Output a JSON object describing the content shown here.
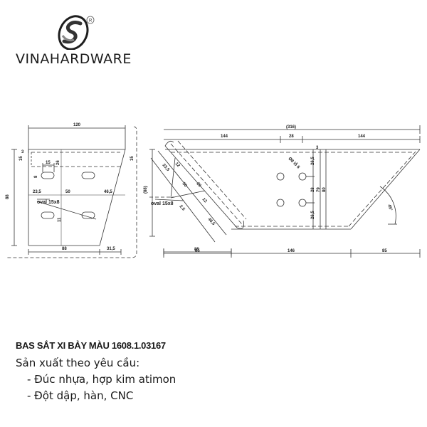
{
  "brand": {
    "name": "VINAHARDWARE",
    "registered_mark": "R",
    "logo_icon": "stylized-s-ellipse-logo"
  },
  "drawing": {
    "left_view": {
      "width_top": "120",
      "height_total": "88",
      "flange": "15",
      "flange_tab": "3",
      "oval_width": "15",
      "oval_height": "8",
      "slot_offset": "26",
      "row_1": [
        "23,5",
        "50",
        "46,5"
      ],
      "oval_label": "oval 15x8",
      "hole_dim": "11",
      "bottom_dims": [
        "88",
        "31,5"
      ],
      "right_flange": "15"
    },
    "middle_view": {
      "angle_label": "(88)",
      "oval_label": "oval 15x8",
      "diag_dims": [
        "23,5",
        "12",
        "50",
        "26",
        "46,5",
        "12",
        "2,5"
      ],
      "bottom_dim": "85"
    },
    "right_view": {
      "overall": "(316)",
      "top_dims": [
        "144",
        "28",
        "144"
      ],
      "hole_label": "Ø8 lỗ 6",
      "vertical_dims": [
        "26,5",
        "28",
        "26,5",
        "79",
        "80"
      ],
      "bottom_dims": [
        "85",
        "146",
        "85"
      ],
      "angle": "45°",
      "thickness": "3"
    }
  },
  "caption": {
    "title": "BAS SẮT XI BẢY MÀU 1608.1.03167",
    "subtitle": "Sản xuất theo yêu cầu:",
    "items": [
      "- Đúc nhựa, hợp kim atimon",
      "- Đột dập, hàn, CNC"
    ]
  }
}
